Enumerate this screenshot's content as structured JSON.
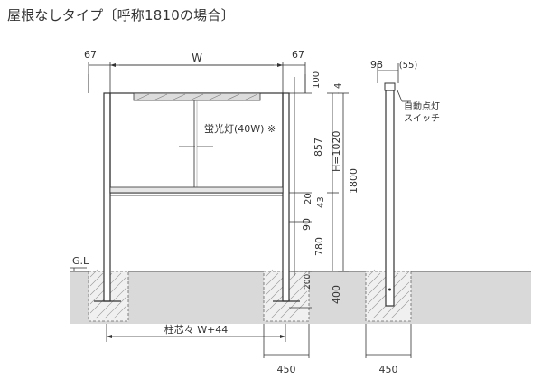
{
  "title": "屋根なしタイプ〔呼称1810の場合〕",
  "dimensions": {
    "left_post": "67",
    "width": "W",
    "right_post": "67",
    "top_100": "100",
    "top_4": "4",
    "fluorescent_lamp": "蛍光灯(40W) ※",
    "height_857": "857",
    "height_total": "H=1020",
    "height_1800": "1800",
    "dim_20": "20",
    "dim_43": "43",
    "dim_90": "90",
    "dim_780": "780",
    "dim_200": "200",
    "dim_400": "400",
    "post_center": "柱芯々 W+44",
    "footing_front": "450",
    "side_98": "98",
    "side_55": "(55)",
    "auto_switch": "自動点灯\nスイッチ",
    "footing_side": "450",
    "ground_level": "G.L"
  },
  "colors": {
    "line": "#333333",
    "ground": "#d9d9d9",
    "footing": "#f0f0f0"
  }
}
